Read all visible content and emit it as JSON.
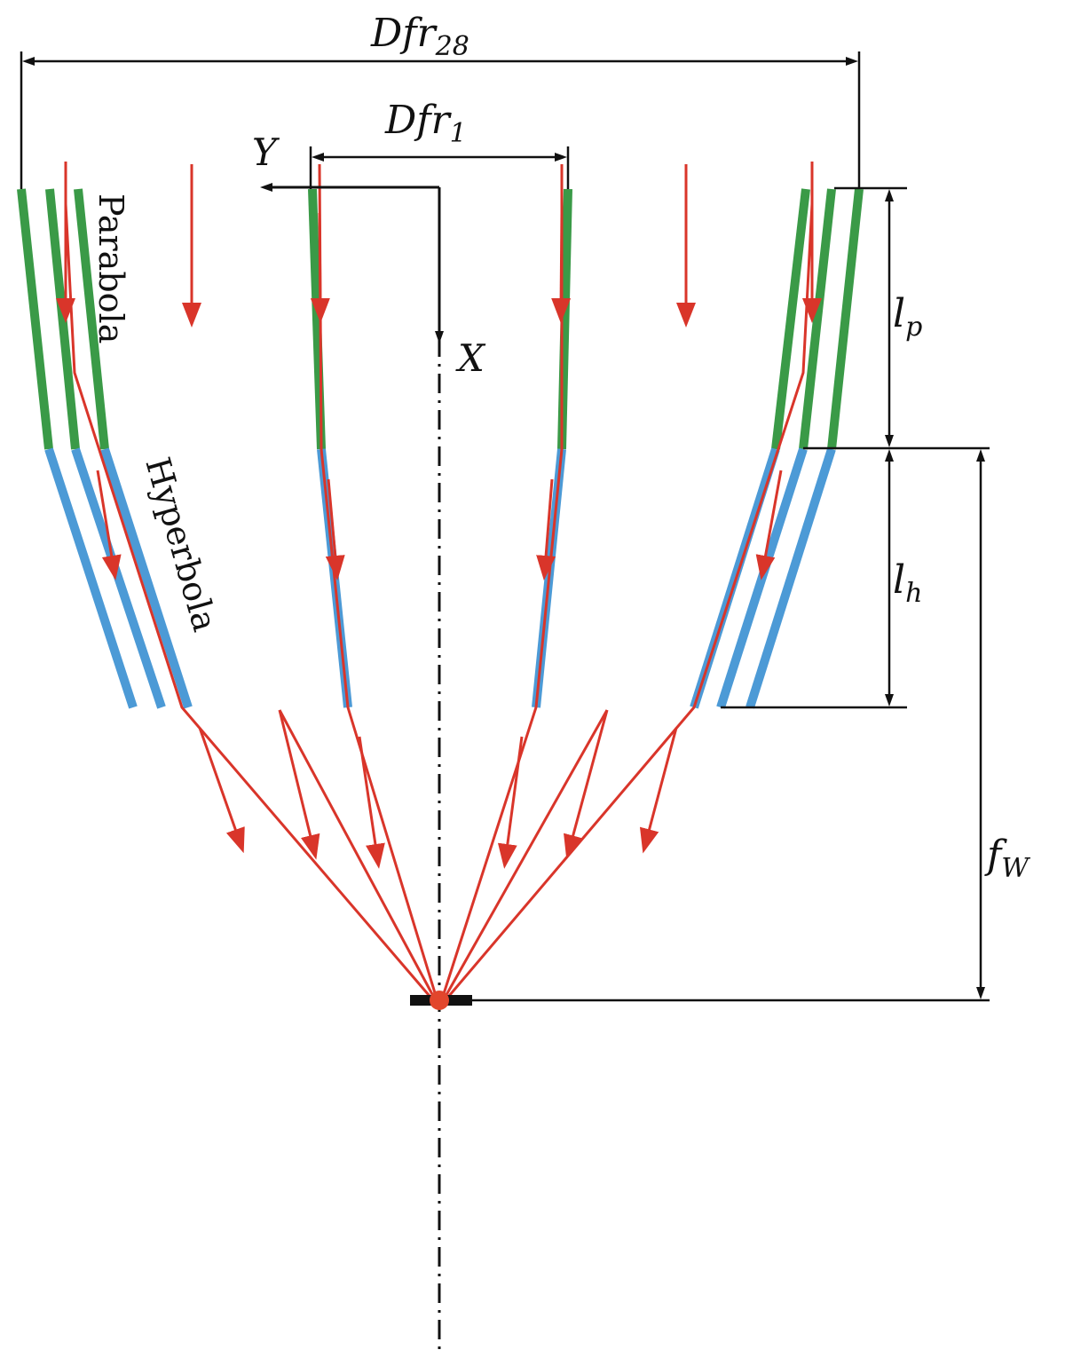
{
  "labels": {
    "dfr28_main": "Dfr",
    "dfr28_sub": "28",
    "dfr1_main": "Dfr",
    "dfr1_sub": "1",
    "axis_y": "Y",
    "axis_x": "X",
    "lp_main": "l",
    "lp_sub": "p",
    "lh_main": "l",
    "lh_sub": "h",
    "fw_main": "f",
    "fw_sub": "W",
    "parabola": "Parabola",
    "hyperbola": "Hyperbola"
  },
  "colors": {
    "parabola": "#3a9a47",
    "hyperbola": "#4c9ad6",
    "ray": "#d9352a",
    "dimension": "#111111",
    "focus": "#e2462c"
  }
}
